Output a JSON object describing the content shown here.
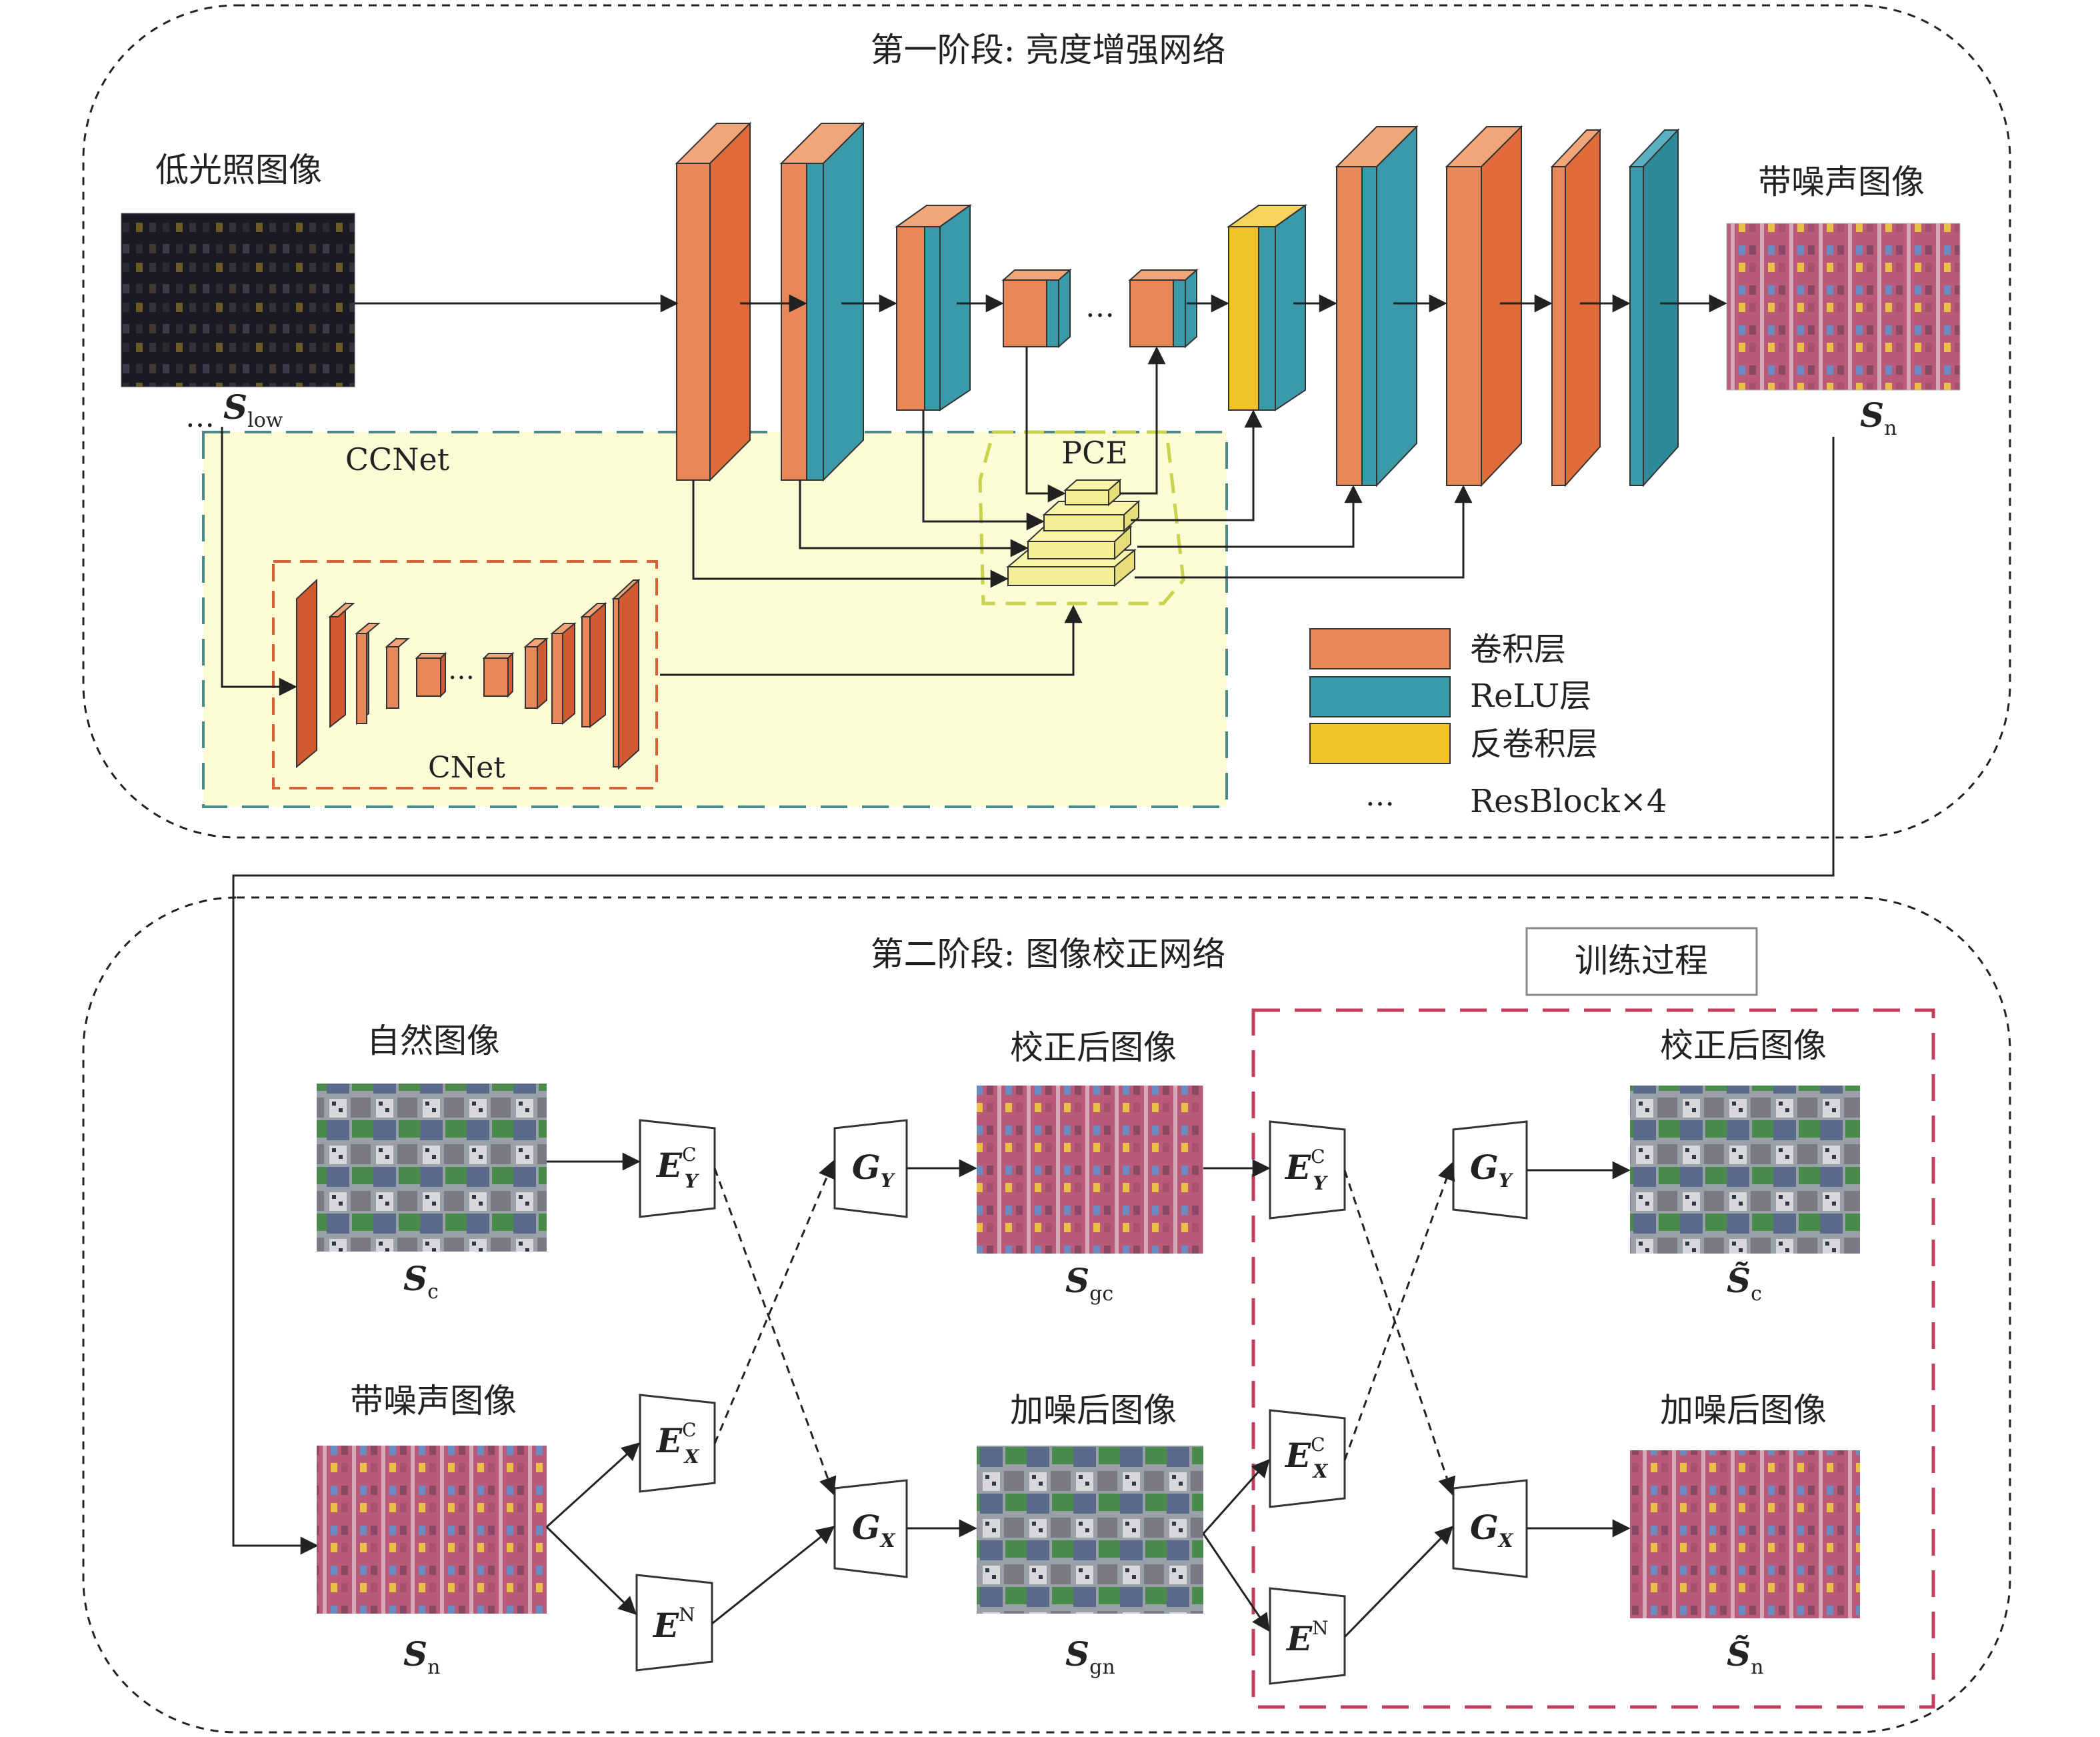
{
  "stage1": {
    "title": "第一阶段: 亮度增强网络",
    "input_label": "低光照图像",
    "input_var": "S",
    "input_sub": "low",
    "output_label": "带噪声图像",
    "output_var": "S",
    "output_sub": "n",
    "ccnet_label": "CCNet",
    "cnet_label": "CNet",
    "pce_label": "PCE",
    "ellipsis": "…"
  },
  "legend": {
    "items": [
      {
        "label": "卷积层",
        "color": "#e8875a"
      },
      {
        "label": "ReLU层",
        "color": "#3a9aaa"
      },
      {
        "label": "反卷积层",
        "color": "#f2c22a"
      },
      {
        "label": "ResBlock×4",
        "symbol": "…"
      }
    ]
  },
  "stage2": {
    "title": "第二阶段: 图像校正网络",
    "training_label": "训练过程",
    "natural_label": "自然图像",
    "noisy_label": "带噪声图像",
    "corrected_label": "校正后图像",
    "noised_label": "加噪后图像",
    "corrected_label_2": "校正后图像",
    "noised_label_2": "加噪后图像",
    "var_sc": "S",
    "sub_sc": "c",
    "var_sn": "S",
    "sub_sn": "n",
    "var_sgc": "S",
    "sub_sgc": "gc",
    "var_sgn": "S",
    "sub_sgn": "gn",
    "var_tsc": "S̃",
    "sub_tsc": "c",
    "var_tsn": "S̃",
    "sub_tsn": "n",
    "enc_e": "E",
    "enc_c": "C",
    "enc_n": "N",
    "sub_y": "Y",
    "sub_x": "X",
    "gen_g": "G"
  },
  "colors": {
    "conv": "#e8875a",
    "relu": "#3a9aaa",
    "deconv": "#f2c22a",
    "ccnet_bg": "#fbfbd6",
    "pce_border": "#c8d24a",
    "cnet_border": "#d9613a",
    "training_border": "#c0405a"
  }
}
